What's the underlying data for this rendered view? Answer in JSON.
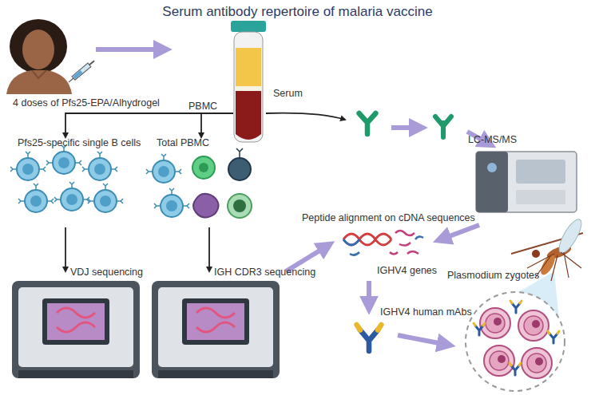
{
  "diagram": {
    "title": "Serum antibody repertoire of malaria vaccine",
    "labels": [
      "4 doses of Pfs25-EPA/Alhydrogel",
      "PBMC",
      "Serum",
      "Pfs25-specific single B cells",
      "Total PBMC",
      "LC-MS/MS",
      "Peptide alignment on cDNA sequences",
      "VDJ sequencing",
      "IGH CDR3 sequencing",
      "IGHV4 genes",
      "IGHV4 human mAbs",
      "Plasmodium zygotes"
    ]
  }
}
